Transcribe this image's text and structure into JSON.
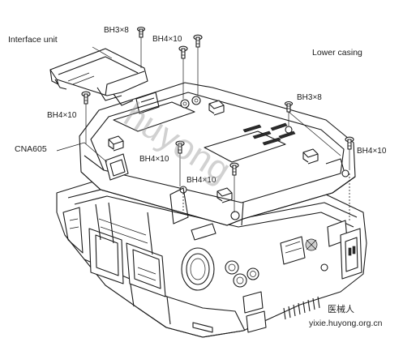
{
  "labels": {
    "interface_unit": "Interface unit",
    "lower_casing": "Lower casing",
    "cna605": "CNA605",
    "screw_top_left": "BH3×8",
    "screw_top_mid": "BH4×10",
    "screw_left": "BH4×10",
    "screw_right_top": "BH3×8",
    "screw_right": "BH4×10",
    "screw_center": "BH4×10",
    "screw_lower_center": "BH4×10"
  },
  "watermark": {
    "overlay": "huyong",
    "site_cn": "医械人",
    "site_url": "yixie.huyong.org.cn"
  }
}
